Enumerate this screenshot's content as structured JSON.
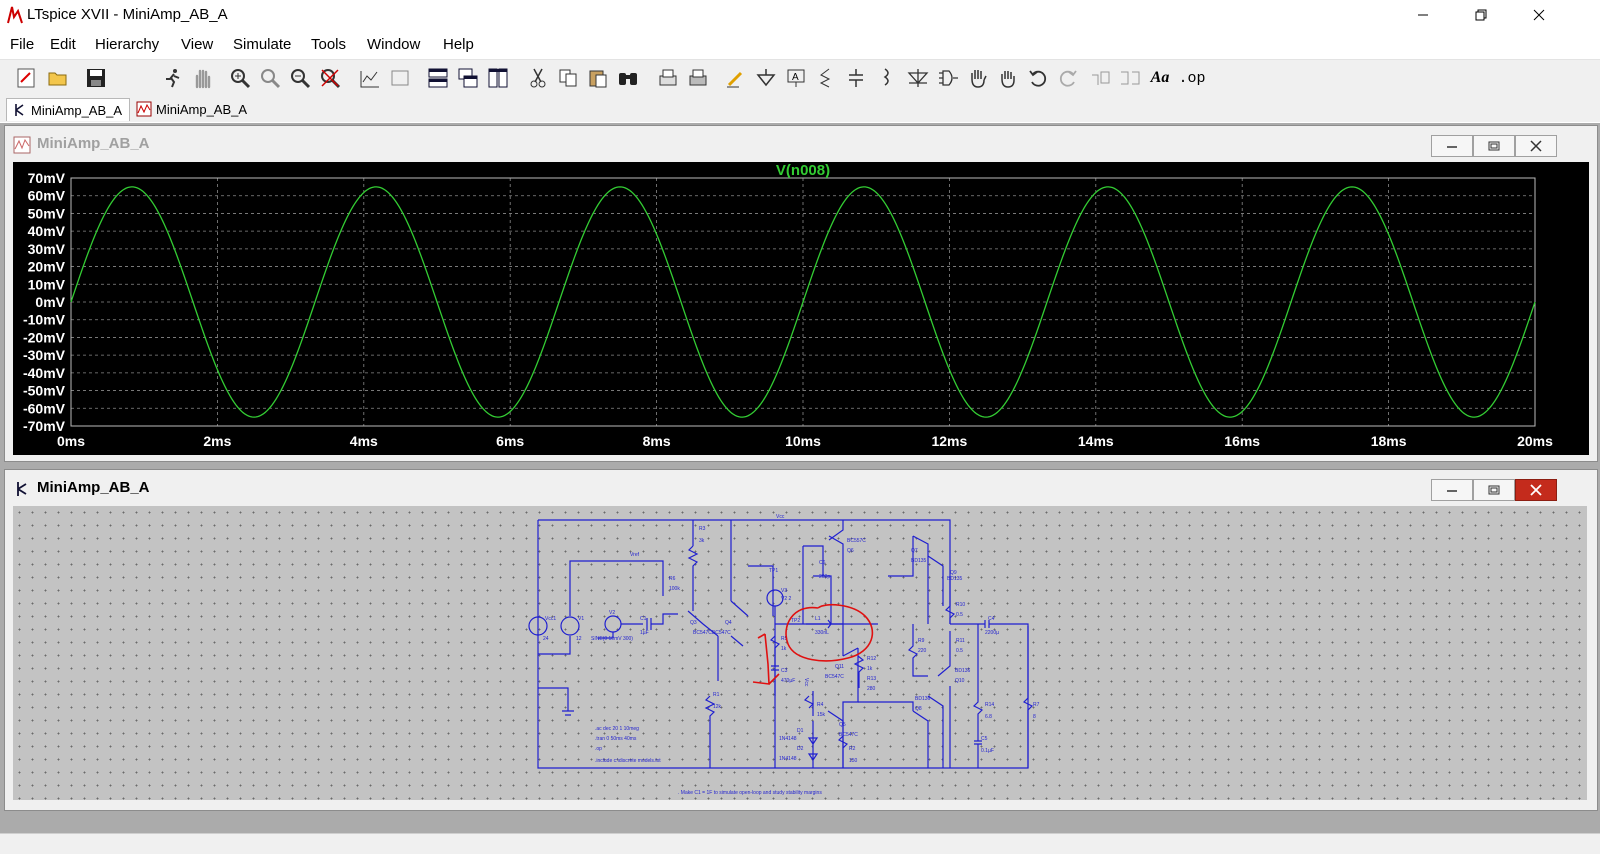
{
  "window": {
    "title": "LTspice XVII - MiniAmp_AB_A"
  },
  "menu": [
    "File",
    "Edit",
    "Hierarchy",
    "View",
    "Simulate",
    "Tools",
    "Window",
    "Help"
  ],
  "toolbar": {
    "icons": [
      "new-schematic-icon",
      "open-icon",
      "save-icon",
      "run-icon",
      "halt-icon",
      "zoom-in-icon",
      "zoom-area-icon",
      "zoom-out-icon",
      "zoom-cancel-icon",
      "autorange-icon",
      "delete-traces-icon",
      "tile-horizontal-icon",
      "cascade-icon",
      "tile-vertical-icon",
      "cut-icon",
      "copy-icon",
      "paste-icon",
      "find-icon",
      "print-preview-icon",
      "print-icon",
      "draw-wire-icon",
      "ground-icon",
      "label-net-icon",
      "resistor-icon",
      "capacitor-icon",
      "inductor-icon",
      "diode-icon",
      "component-icon",
      "move-icon",
      "drag-icon",
      "undo-icon",
      "redo-icon",
      "rotate-icon",
      "mirror-icon",
      "text-icon",
      "spice-directive-icon"
    ],
    "spice_directive_label": ".op",
    "text_label": "Aa"
  },
  "tabs": [
    {
      "label": "MiniAmp_AB_A",
      "kind": "schematic",
      "active": true
    },
    {
      "label": "MiniAmp_AB_A",
      "kind": "waveform",
      "active": false
    }
  ],
  "waveform_window": {
    "title": "MiniAmp_AB_A",
    "chart_data": {
      "type": "line",
      "title": "V(n008)",
      "series": [
        {
          "name": "V(n008)",
          "color": "#33cc33",
          "amplitude_mV": 65,
          "frequency_hz": 300,
          "phase": "starts at 0, rising"
        }
      ],
      "xlim": [
        0,
        20
      ],
      "ylim": [
        -70,
        70
      ],
      "yticks": [
        "70mV",
        "60mV",
        "50mV",
        "40mV",
        "30mV",
        "20mV",
        "10mV",
        "0mV",
        "-10mV",
        "-20mV",
        "-30mV",
        "-40mV",
        "-50mV",
        "-60mV",
        "-70mV"
      ],
      "xticks": [
        "0ms",
        "2ms",
        "4ms",
        "6ms",
        "8ms",
        "10ms",
        "12ms",
        "14ms",
        "16ms",
        "18ms",
        "20ms"
      ],
      "grid": true,
      "background": "#000000"
    }
  },
  "schematic_window": {
    "title": "MiniAmp_AB_A",
    "labels": {
      "vcc": "Vcc",
      "vref": "Vref",
      "tp1": "TP1",
      "tp2": "TP2",
      "r3": "R3",
      "r3v": "3k",
      "r6": "R6",
      "r6v": "100k",
      "vcc1": "Vcc1",
      "vcc1v": "24",
      "v1": "V1",
      "v1v": "12",
      "v2": "V2",
      "v2v": "SINE(0 10mV 300)",
      "c1": "C1",
      "c1v": "1µF",
      "q3": "Q3",
      "q4": "Q4",
      "q3q4": "BC547CBC547C",
      "r1": "R1",
      "r1v": "12k",
      "v3": "V3",
      "v3v": "V2 2",
      "c6": "C6",
      "c6v": "200p",
      "q6": "Q6",
      "q6m": "BC557C",
      "q7": "Q7",
      "q7m": "BD135",
      "q9": "Q9",
      "q9m": "BD135",
      "r10": "R10",
      "r10v": "0.5",
      "r11": "R11",
      "r11v": "0.5",
      "c4": "C4",
      "c4v": "2200µ",
      "l1": "L1",
      "l1v": "0.5",
      "l1m": "330nL",
      "r5": "R5",
      "r5v": "1k",
      "c3": "C3",
      "c3v": "470µF",
      "q11": "Q11",
      "q11m": "BC547C",
      "r12": "R12",
      "r12v": "1k",
      "r13": "R13",
      "r13v": "280",
      "r9": "R9",
      "r9v": "220",
      "q10": "Q10",
      "q10m": "BD136",
      "q8": "Q8",
      "q8m": "BD136",
      "r14": "R14",
      "r14v": "6.8",
      "r7": "R7",
      "r7v": "8",
      "c5": "C5",
      "c5v": "0.1µF",
      "r4": "R4",
      "r4v": "15k",
      "d1": "D1",
      "d2": "D2",
      "d1m": "1N4148",
      "d2m": "1N4148",
      "q5": "Q5",
      "q5m": "BC547C",
      "r2": "R2",
      "r2v": "150",
      "vsub": "Vcc"
    },
    "directives": [
      ".ac dec 20 1 10meg",
      ".tran 0 50ms 40ms",
      ".op",
      ".include c:\\discrete models.txt"
    ],
    "note": ". Make C1 = 1F to simulate open-loop and study stability margins"
  }
}
